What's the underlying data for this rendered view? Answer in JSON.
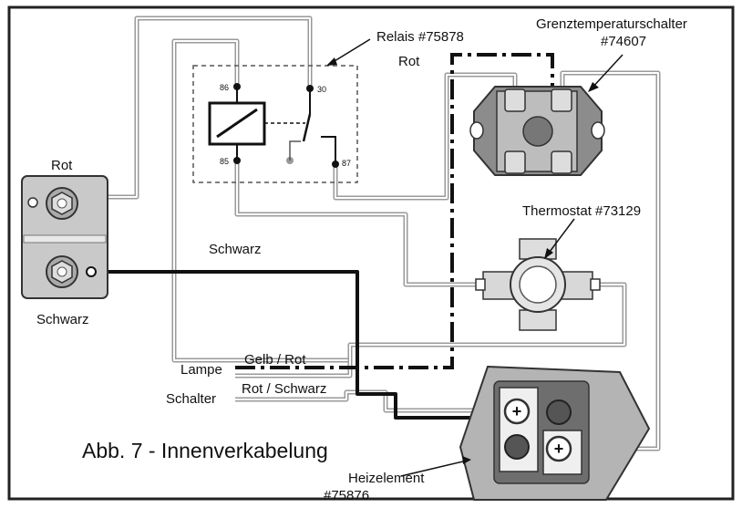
{
  "labels": {
    "relay": "Relais #75878",
    "limit_switch_line1": "Grenztemperaturschalter",
    "limit_switch_line2": "#74607",
    "rot_top": "Rot",
    "rot_left": "Rot",
    "schwarz_left": "Schwarz",
    "schwarz_mid": "Schwarz",
    "thermostat": "Thermostat #73129",
    "lampe": "Lampe",
    "schalter": "Schalter",
    "gelb_rot": "Gelb / Rot",
    "rot_schwarz": "Rot / Schwarz",
    "caption": "Abb. 7 - Innenverkabelung",
    "heating_line1": "Heizelement",
    "heating_line2": "#75876",
    "pin_86": "86",
    "pin_85": "85",
    "pin_30": "30",
    "pin_87": "87",
    "plus_1": "+",
    "plus_2": "+"
  },
  "icons": {
    "relay": "relay-coil-icon",
    "limit_switch": "limit-switch-icon",
    "thermostat": "thermostat-icon",
    "heating_element": "heating-element-icon",
    "terminal_block": "terminal-block-icon"
  }
}
